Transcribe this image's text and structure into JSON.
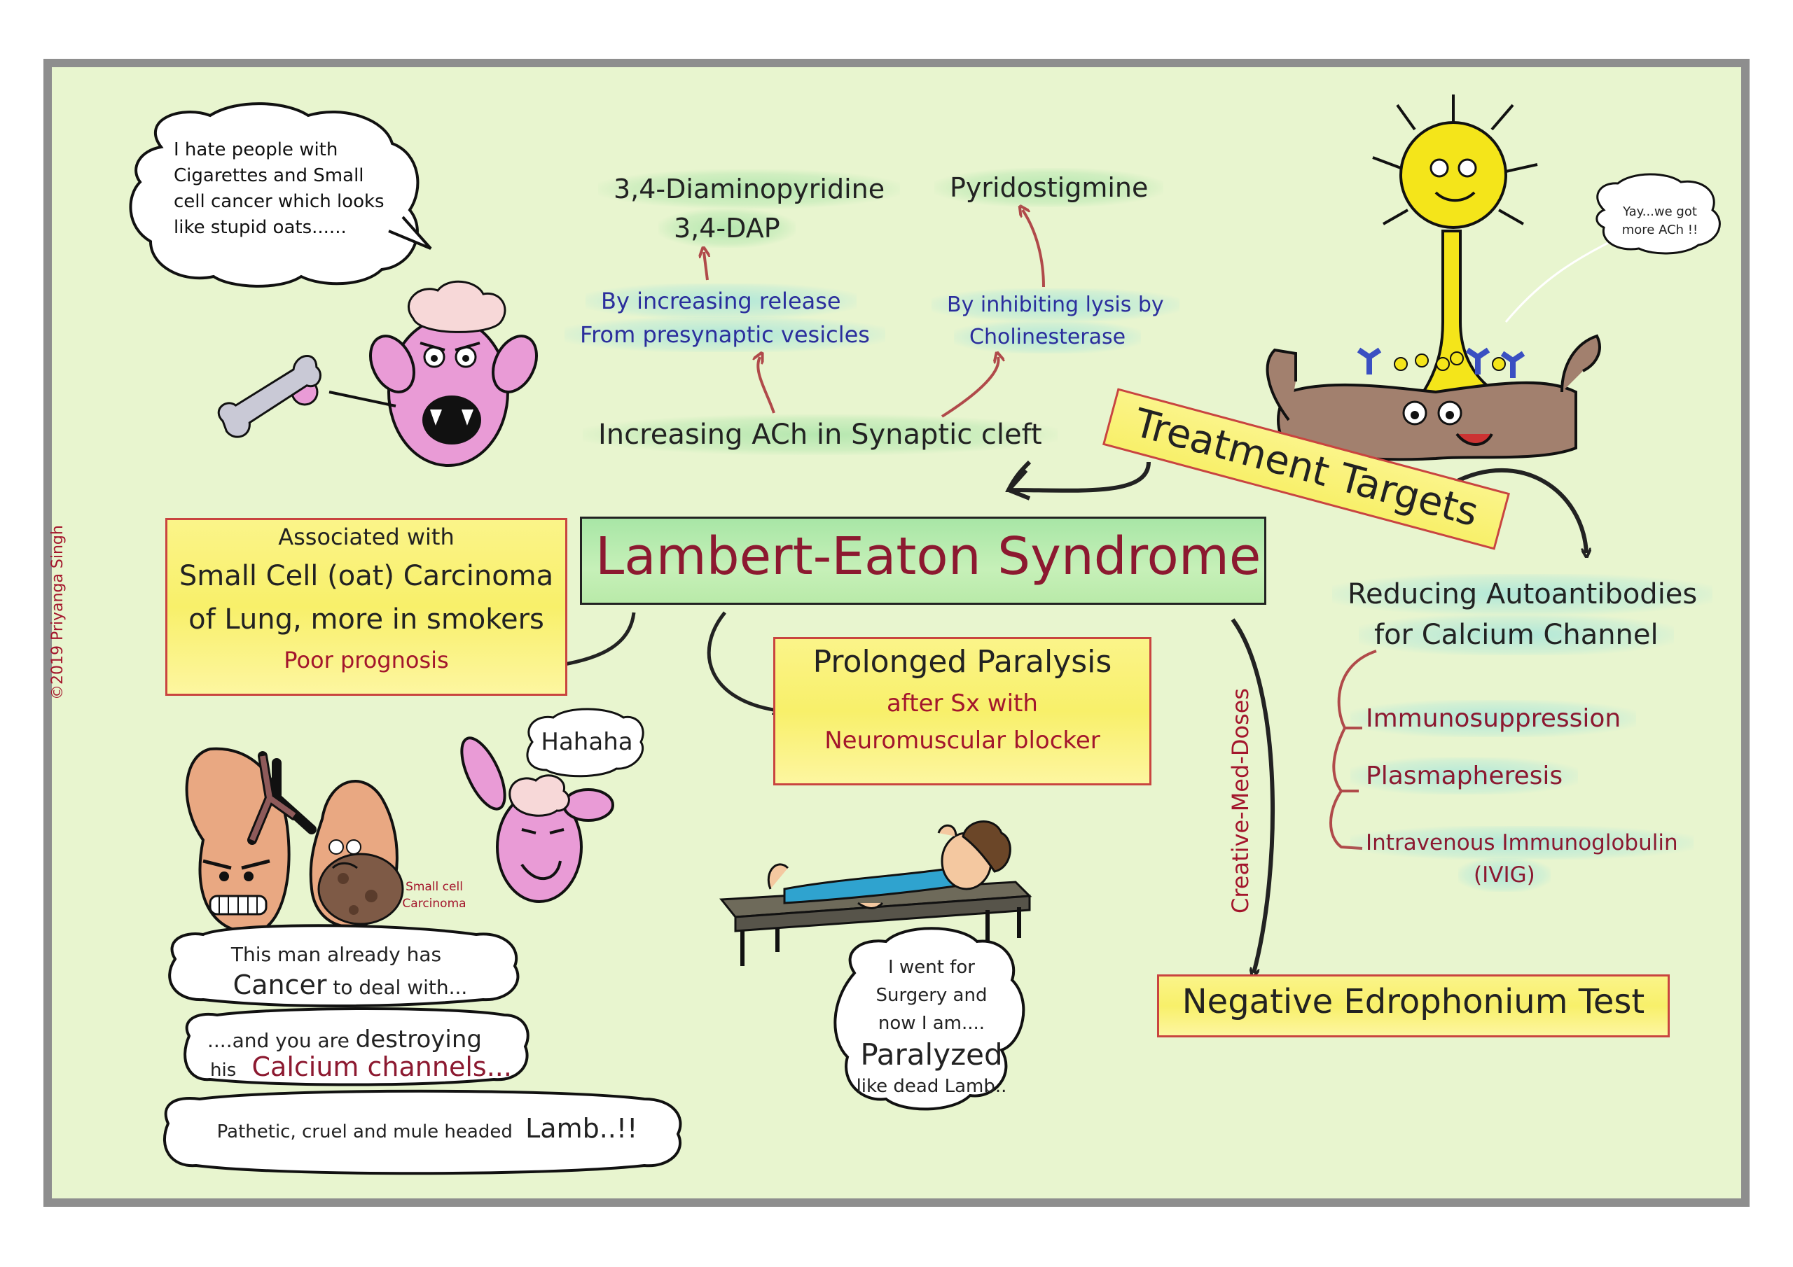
{
  "title": "Lambert-Eaton Syndrome",
  "copyright": "©2019 Priyanga Singh",
  "watermark": "Creative-Med-Doses",
  "association": {
    "line1": "Associated with",
    "line2": "Small Cell (oat) Carcinoma",
    "line3": "of Lung, more in smokers",
    "line4": "Poor prognosis"
  },
  "paralysis": {
    "line1": "Prolonged Paralysis",
    "line2": "after Sx with",
    "line3": "Neuromuscular blocker"
  },
  "edrophonium": "Negative Edrophonium Test",
  "treatment_targets": "Treatment Targets",
  "ach": {
    "main": "Increasing ACh in Synaptic cleft",
    "release_line1": "By increasing release",
    "release_line2": "From presynaptic vesicles",
    "drug1_line1": "3,4-Diaminopyridine",
    "drug1_line2": "3,4-DAP",
    "lysis_line1": "By inhibiting lysis by",
    "lysis_line2": "Cholinesterase",
    "drug2": "Pyridostigmine"
  },
  "autoantibodies": {
    "line1": "Reducing Autoantibodies",
    "line2": "for Calcium Channel",
    "items": [
      "Immunosuppression",
      "Plasmapheresis",
      "Intravenous Immunoglobulin",
      "(IVIG)"
    ]
  },
  "bubbles": {
    "lamb_top": [
      "I hate people with",
      "Cigarettes and Small",
      "cell cancer which looks",
      "like stupid oats......"
    ],
    "neuron": [
      "Yay...we got",
      "more ACh !!"
    ],
    "hahaha": "Hahaha",
    "small_cell": [
      "Small cell",
      "Carcinoma"
    ],
    "lung1_line1": "This man already has",
    "lung1_big": "Cancer",
    "lung1_rest": "to deal with...",
    "lung2_line1a": "....and you are ",
    "lung2_line1b": "destroying",
    "lung2_his": "his",
    "lung2_big": "Calcium channels...",
    "lung3_text": "Pathetic, cruel and mule headed",
    "lung3_big": "Lamb..!!",
    "patient_line1": "I went for",
    "patient_line2": "Surgery and",
    "patient_line3": "now I am....",
    "patient_big": "Paralyzed",
    "patient_line4": "like dead Lamb.."
  },
  "colors": {
    "board": "#e8f5cf",
    "border": "#8e8e8e",
    "box_fill": "#f8f06a",
    "box_border": "#c9443f",
    "title_red": "#8c1930",
    "blue_text": "#2b2e9c",
    "lamb_pink": "#e99bd6",
    "lung_orange": "#e9a882",
    "neuron_yellow": "#f4e51a"
  }
}
